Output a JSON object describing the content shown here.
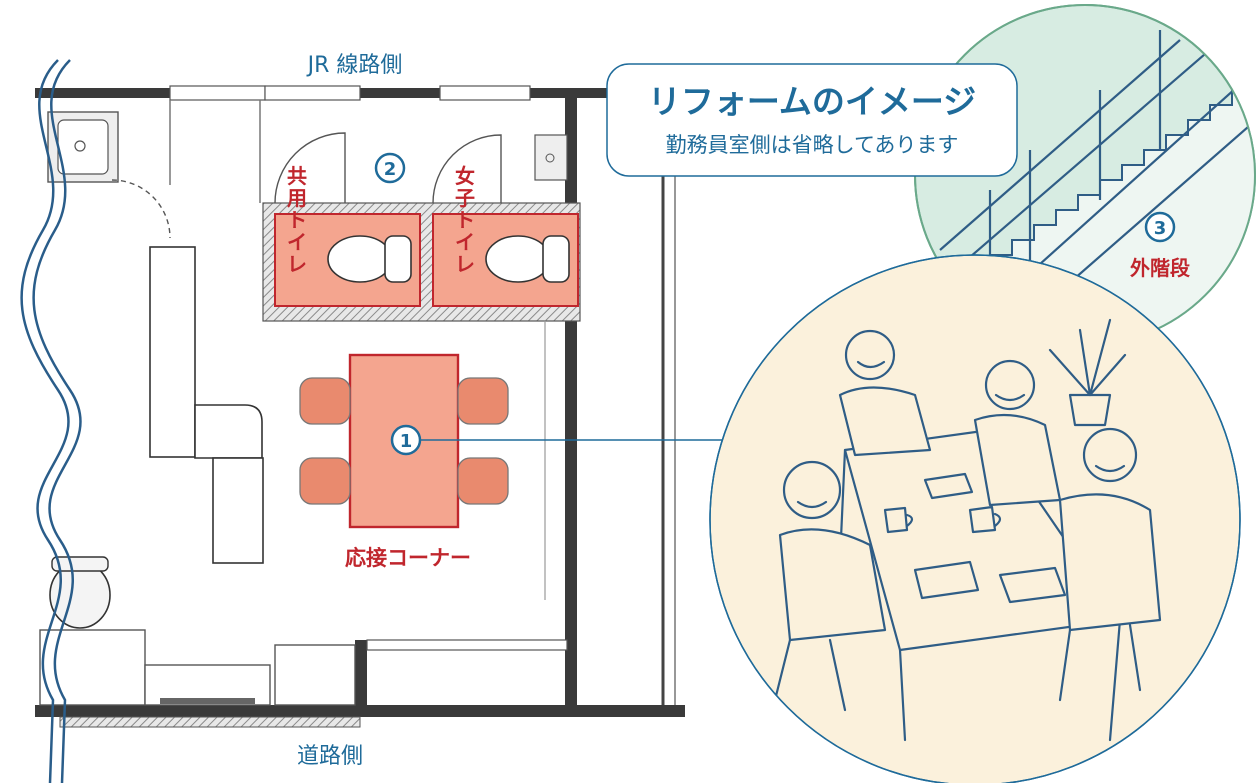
{
  "plan": {
    "top_side_label": "JR 線路側",
    "bottom_side_label": "道路側"
  },
  "callout": {
    "title": "リフォームのイメージ",
    "subtitle": "勤務員室側は省略してあります"
  },
  "markers": {
    "m1": "1",
    "m2": "2",
    "m3": "3"
  },
  "rooms": {
    "shared_toilet": [
      "共",
      "用",
      "ト",
      "イ",
      "レ"
    ],
    "women_toilet": [
      "女",
      "子",
      "ト",
      "イ",
      "レ"
    ],
    "reception": "応接コーナー",
    "stairs": "外階段"
  },
  "colors": {
    "label_blue": "#1f6b9a",
    "label_red": "#c0262d",
    "toilet_fill": "#f4a58f",
    "table_fill": "#f4a58f",
    "chair_fill": "#e98a6e",
    "stairs_bg": "#d7ece2",
    "meeting_bg": "#fbf1dc"
  }
}
